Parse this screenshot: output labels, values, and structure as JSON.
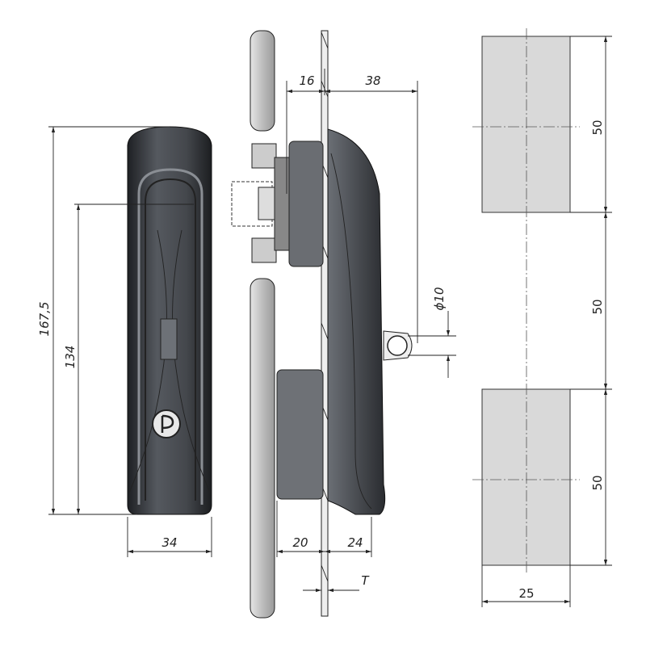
{
  "drawing": {
    "front_view": {
      "height_total": "167,5",
      "height_mount": "134",
      "width": "34"
    },
    "side_view": {
      "depth_back": "16",
      "depth_front": "38",
      "eye_diameter": "ϕ10",
      "box_depth": "20",
      "handle_depth": "24",
      "panel_thickness": "T"
    },
    "cutout": {
      "spacing_1": "50",
      "spacing_2": "50",
      "spacing_3": "50",
      "width": "25"
    }
  },
  "colors": {
    "handle": "#3a3d42",
    "cutout": "#d9d9d9",
    "panel": "#c8c8c8"
  }
}
